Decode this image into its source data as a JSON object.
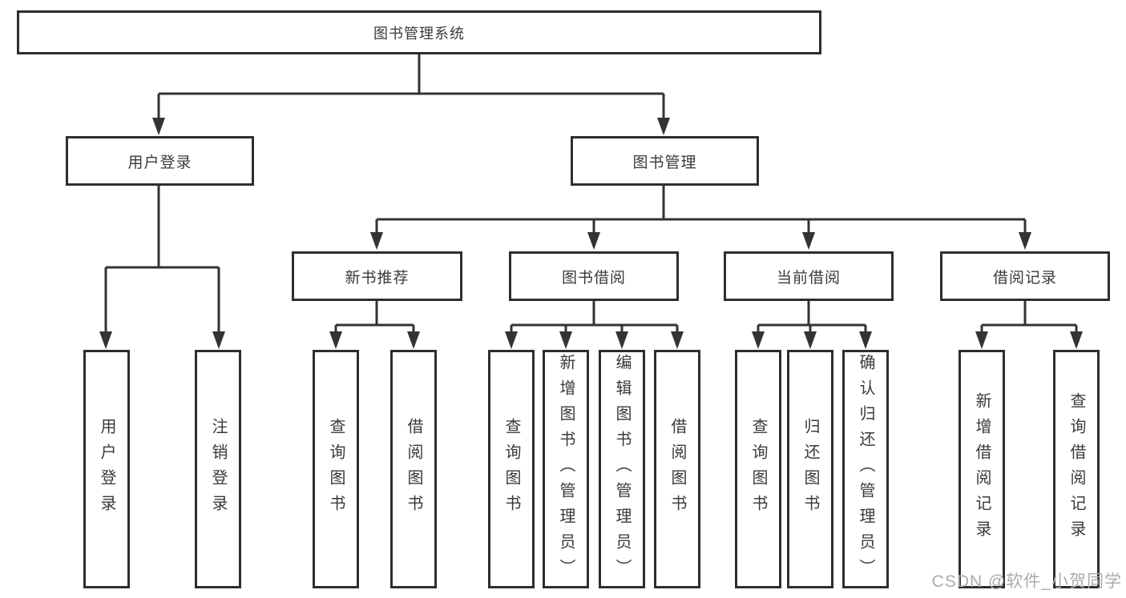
{
  "diagram": {
    "root": {
      "label": "图书管理系统"
    },
    "branches": [
      {
        "label": "用户登录",
        "children": [
          {
            "label": "用户登录"
          },
          {
            "label": "注销登录"
          }
        ]
      },
      {
        "label": "图书管理",
        "children": [
          {
            "label": "新书推荐",
            "children": [
              {
                "label": "查询图书"
              },
              {
                "label": "借阅图书"
              }
            ]
          },
          {
            "label": "图书借阅",
            "children": [
              {
                "label": "查询图书"
              },
              {
                "label": "新增图书（管理员）"
              },
              {
                "label": "编辑图书（管理员）"
              },
              {
                "label": "借阅图书"
              }
            ]
          },
          {
            "label": "当前借阅",
            "children": [
              {
                "label": "查询图书"
              },
              {
                "label": "归还图书"
              },
              {
                "label": "确认归还（管理员）"
              }
            ]
          },
          {
            "label": "借阅记录",
            "children": [
              {
                "label": "新增借阅记录"
              },
              {
                "label": "查询借阅记录"
              }
            ]
          }
        ]
      }
    ]
  },
  "watermark": {
    "text": "CSDN @软件_小贺同学"
  },
  "colors": {
    "line": "#333333",
    "box_border": "#2e2e2e",
    "box_fill": "#ffffff",
    "text": "#3a3a3a",
    "watermark": "#ababab",
    "background": "#ffffff"
  }
}
